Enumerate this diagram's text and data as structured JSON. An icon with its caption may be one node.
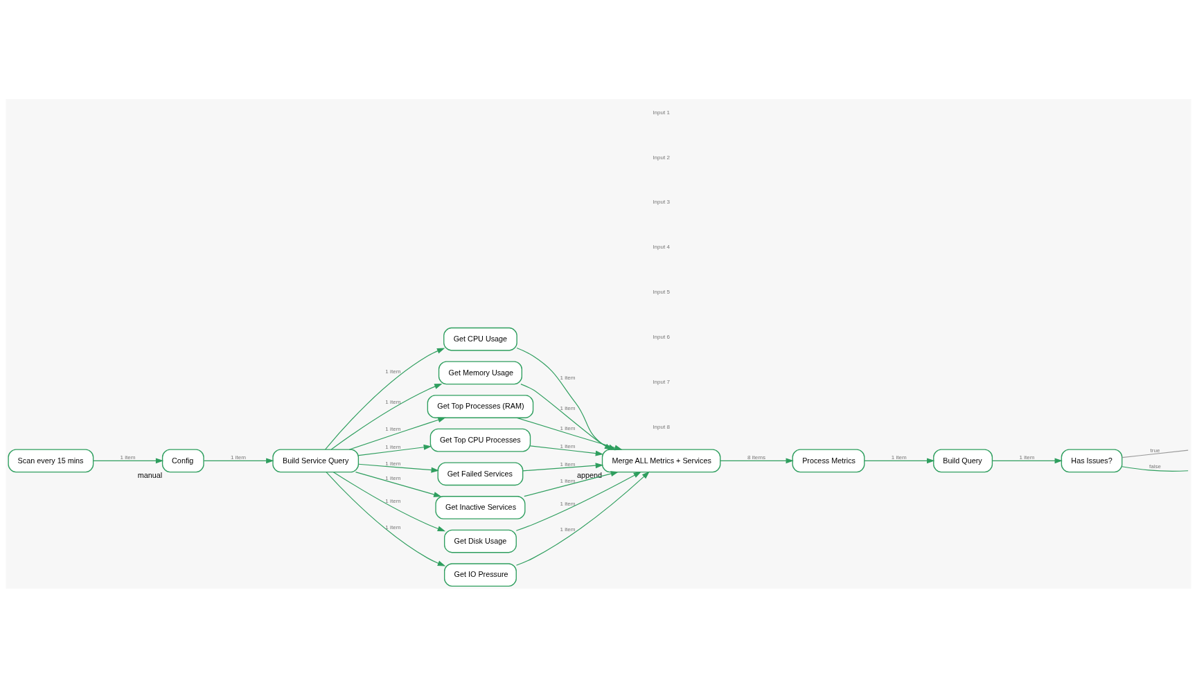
{
  "diagram": {
    "nodes": [
      {
        "text": [
          "Scan every 15 mins"
        ]
      },
      {
        "text": [
          "Config"
        ],
        "beside": [
          "manual"
        ]
      },
      {
        "text": [
          "Build Service Query"
        ]
      },
      {
        "text": [
          "Get CPU Usage"
        ]
      },
      {
        "text": [
          "Get Memory Usage"
        ]
      },
      {
        "text": [
          "Get Top Processes (RAM)"
        ]
      },
      {
        "text": [
          "Get Top CPU Processes"
        ]
      },
      {
        "text": [
          "Get Failed Services"
        ]
      },
      {
        "text": [
          "Get Inactive Services"
        ]
      },
      {
        "text": [
          "Get Disk Usage"
        ]
      },
      {
        "text": [
          "Get IO Pressure"
        ]
      },
      {
        "text": [
          "Merge ALL Metrics + Services"
        ],
        "beside": [
          "append"
        ]
      },
      {
        "text": [
          "Process Metrics"
        ]
      },
      {
        "text": [
          "Build Query"
        ]
      },
      {
        "text": [
          "Has Issues?"
        ]
      }
    ],
    "edges": [
      {
        "from": 0,
        "to": 1,
        "arrow": "to",
        "label": "1 item"
      },
      {
        "from": 1,
        "to": 2,
        "arrow": "to",
        "label": "1 item"
      },
      {
        "from": 2,
        "to": 3,
        "arrow": "to",
        "label": "1 item"
      },
      {
        "from": 2,
        "to": 4,
        "arrow": "to",
        "label": "1 item"
      },
      {
        "from": 2,
        "to": 5,
        "arrow": "to",
        "label": "1 item"
      },
      {
        "from": 2,
        "to": 6,
        "arrow": "to",
        "label": "1 item"
      },
      {
        "from": 2,
        "to": 7,
        "arrow": "to",
        "label": "1 item"
      },
      {
        "from": 2,
        "to": 8,
        "arrow": "to",
        "label": "1 item"
      },
      {
        "from": 2,
        "to": 9,
        "arrow": "to",
        "label": "1 item"
      },
      {
        "from": 2,
        "to": 10,
        "arrow": "to",
        "label": "1 item"
      },
      {
        "from": 3,
        "to": 11,
        "arrow": "to",
        "label": "1 item"
      },
      {
        "from": 4,
        "to": 11,
        "arrow": "to",
        "label": "1 item"
      },
      {
        "from": 5,
        "to": 11,
        "arrow": "to",
        "label": "1 item"
      },
      {
        "from": 6,
        "to": 11,
        "arrow": "to",
        "label": "1 item"
      },
      {
        "from": 7,
        "to": 11,
        "arrow": "to",
        "label": "1 item"
      },
      {
        "from": 8,
        "to": 11,
        "arrow": "to",
        "label": "1 item"
      },
      {
        "from": 9,
        "to": 11,
        "arrow": "to",
        "label": "1 item"
      },
      {
        "from": 10,
        "to": 11,
        "arrow": "to",
        "label": "1 item"
      },
      {
        "from": 11,
        "to": 12,
        "arrow": "to",
        "label": "8 items"
      },
      {
        "from": 12,
        "to": 13,
        "arrow": "to",
        "label": "1 item"
      },
      {
        "from": 13,
        "to": 14,
        "arrow": "to",
        "label": "1 item"
      },
      {
        "from": 14,
        "to": null,
        "arrow": "none",
        "label": "true",
        "color": "#9a9a9a"
      },
      {
        "from": 14,
        "to": null,
        "arrow": "none",
        "label": "false"
      }
    ],
    "labels": [
      "Input 1",
      "Input 2",
      "Input 3",
      "Input 4",
      "Input 5",
      "Input 6",
      "Input 7",
      "Input 8"
    ]
  }
}
